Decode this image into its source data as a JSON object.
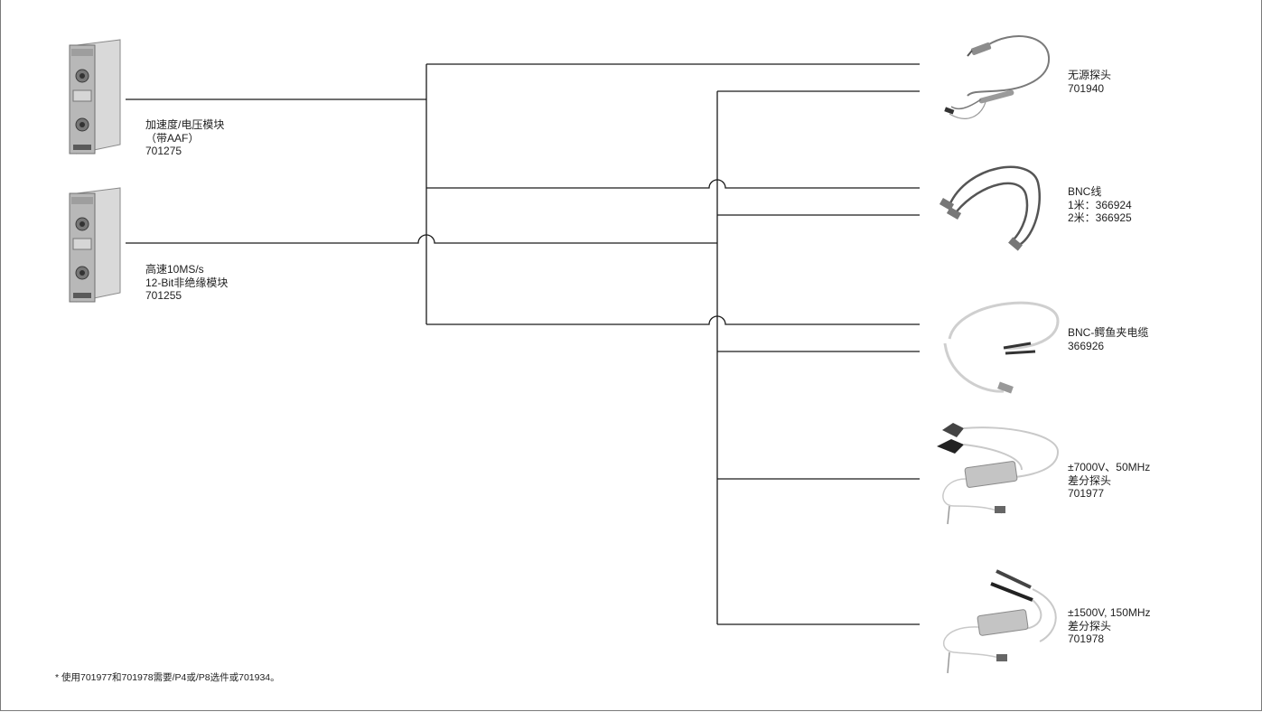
{
  "modules": [
    {
      "id": "accel",
      "name": "加速度/电压模块",
      "note": "（带AAF）",
      "model": "701275",
      "icon": "input-module-icon"
    },
    {
      "id": "hs",
      "name": "高速10MS/s",
      "note": "12-Bit非绝缘模块",
      "model": "701255",
      "icon": "input-module-icon"
    }
  ],
  "accessories": [
    {
      "id": "passive",
      "lines": [
        "无源探头",
        "701940"
      ],
      "icon": "passive-probe-icon"
    },
    {
      "id": "bnc",
      "lines": [
        "BNC线",
        "1米：366924",
        "2米：366925"
      ],
      "icon": "bnc-cable-icon"
    },
    {
      "id": "alligator",
      "lines": [
        "BNC-鳄鱼夹电缆",
        "366926"
      ],
      "icon": "bnc-alligator-cable-icon"
    },
    {
      "id": "diff7000",
      "lines": [
        "±7000V、50MHz",
        "差分探头",
        "701977"
      ],
      "icon": "differential-probe-icon"
    },
    {
      "id": "diff1500",
      "lines": [
        "±1500V, 150MHz",
        "差分探头",
        "701978"
      ],
      "icon": "differential-probe-icon"
    }
  ],
  "footnote": "* 使用701977和701978需要/P4或/P8选件或701934。",
  "colors": {
    "line": "#1a1a1a",
    "frame": "#7a7a7a",
    "module_body": "#bdbdbd",
    "cable_gray": "#6d6d6d",
    "cable_light": "#c9c9c9"
  }
}
